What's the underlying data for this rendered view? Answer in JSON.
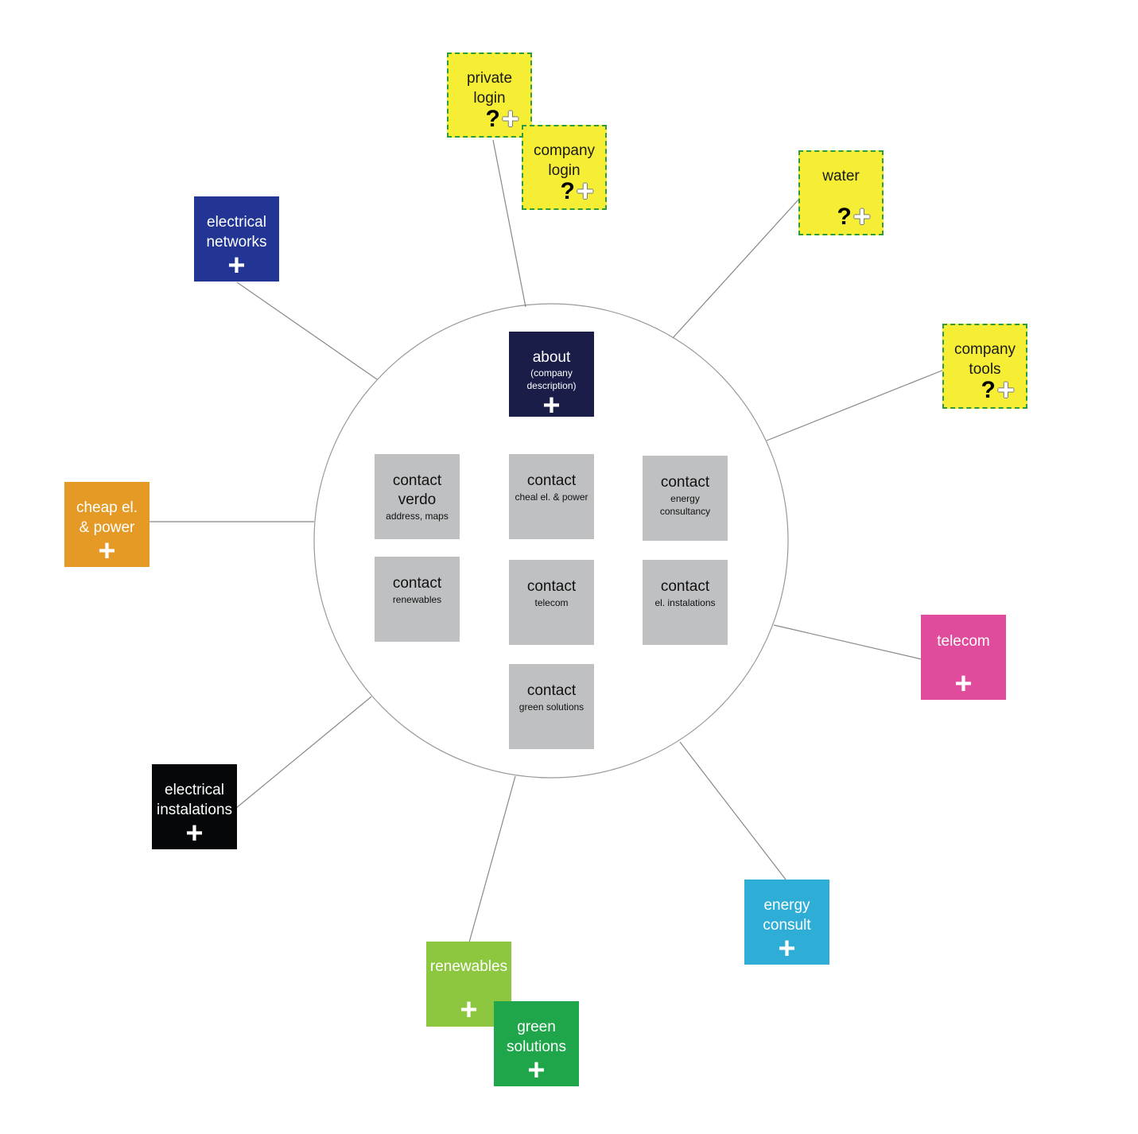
{
  "nodes": {
    "private_login": {
      "label": "private\nlogin",
      "color": "#f5ee35"
    },
    "company_login": {
      "label": "company\nlogin",
      "color": "#f5ee35"
    },
    "water": {
      "label": "water",
      "color": "#f5ee35"
    },
    "company_tools": {
      "label": "company\ntools",
      "color": "#f5ee35"
    },
    "electrical_networks": {
      "label": "electrical\nnetworks",
      "color": "#233594"
    },
    "cheap_el_power": {
      "label": "cheap el.\n& power",
      "color": "#e49a24"
    },
    "electrical_instalations": {
      "label": "electrical\ninstalations",
      "color": "#050708"
    },
    "renewables": {
      "label": "renewables",
      "color": "#8dc63f"
    },
    "green_solutions": {
      "label": "green\nsolutions",
      "color": "#1fa64a"
    },
    "energy_consult": {
      "label": "energy\nconsult",
      "color": "#2eaed6"
    },
    "telecom": {
      "label": "telecom",
      "color": "#e04b9c"
    }
  },
  "about": {
    "label": "about",
    "sub": "(company\ndescription)",
    "color": "#1a1d48"
  },
  "contacts": [
    {
      "label": "contact\nverdo",
      "sub": "address, maps"
    },
    {
      "label": "contact",
      "sub": "cheal el. & power"
    },
    {
      "label": "contact",
      "sub": "energy\nconsultancy"
    },
    {
      "label": "contact",
      "sub": "renewables"
    },
    {
      "label": "contact",
      "sub": "telecom"
    },
    {
      "label": "contact",
      "sub": "el. instalations"
    },
    {
      "label": "contact",
      "sub": "green solutions"
    }
  ],
  "symbols": {
    "plus": "+",
    "question": "?"
  }
}
